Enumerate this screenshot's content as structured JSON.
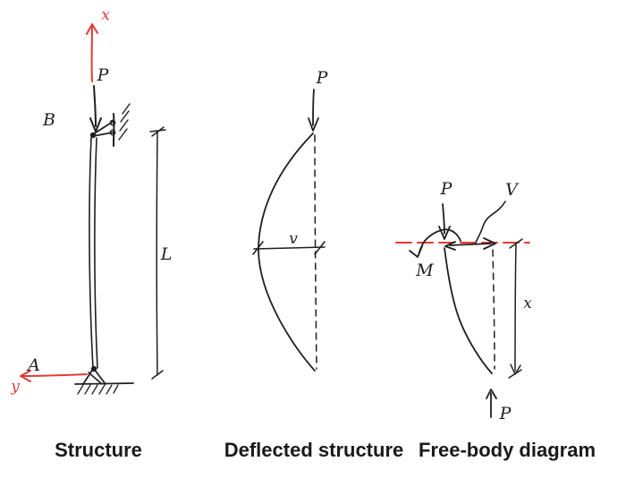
{
  "colors": {
    "background": "#ffffff",
    "ink": "#1f1f1f",
    "accent": "#e13b36",
    "caption_text": "#1a1a1a"
  },
  "figures": [
    {
      "caption": "Structure",
      "labels": {
        "axis_x": "x",
        "axis_y": "y",
        "load_top": "P",
        "joint_top": "B",
        "joint_bottom": "A",
        "length": "L"
      }
    },
    {
      "caption": "Deflected structure",
      "labels": {
        "load_top": "P",
        "deflection": "v"
      }
    },
    {
      "caption": "Free-body diagram",
      "labels": {
        "load_top": "P",
        "shear": "V",
        "moment": "M",
        "cut_distance": "x",
        "reaction_bottom": "P"
      }
    }
  ]
}
